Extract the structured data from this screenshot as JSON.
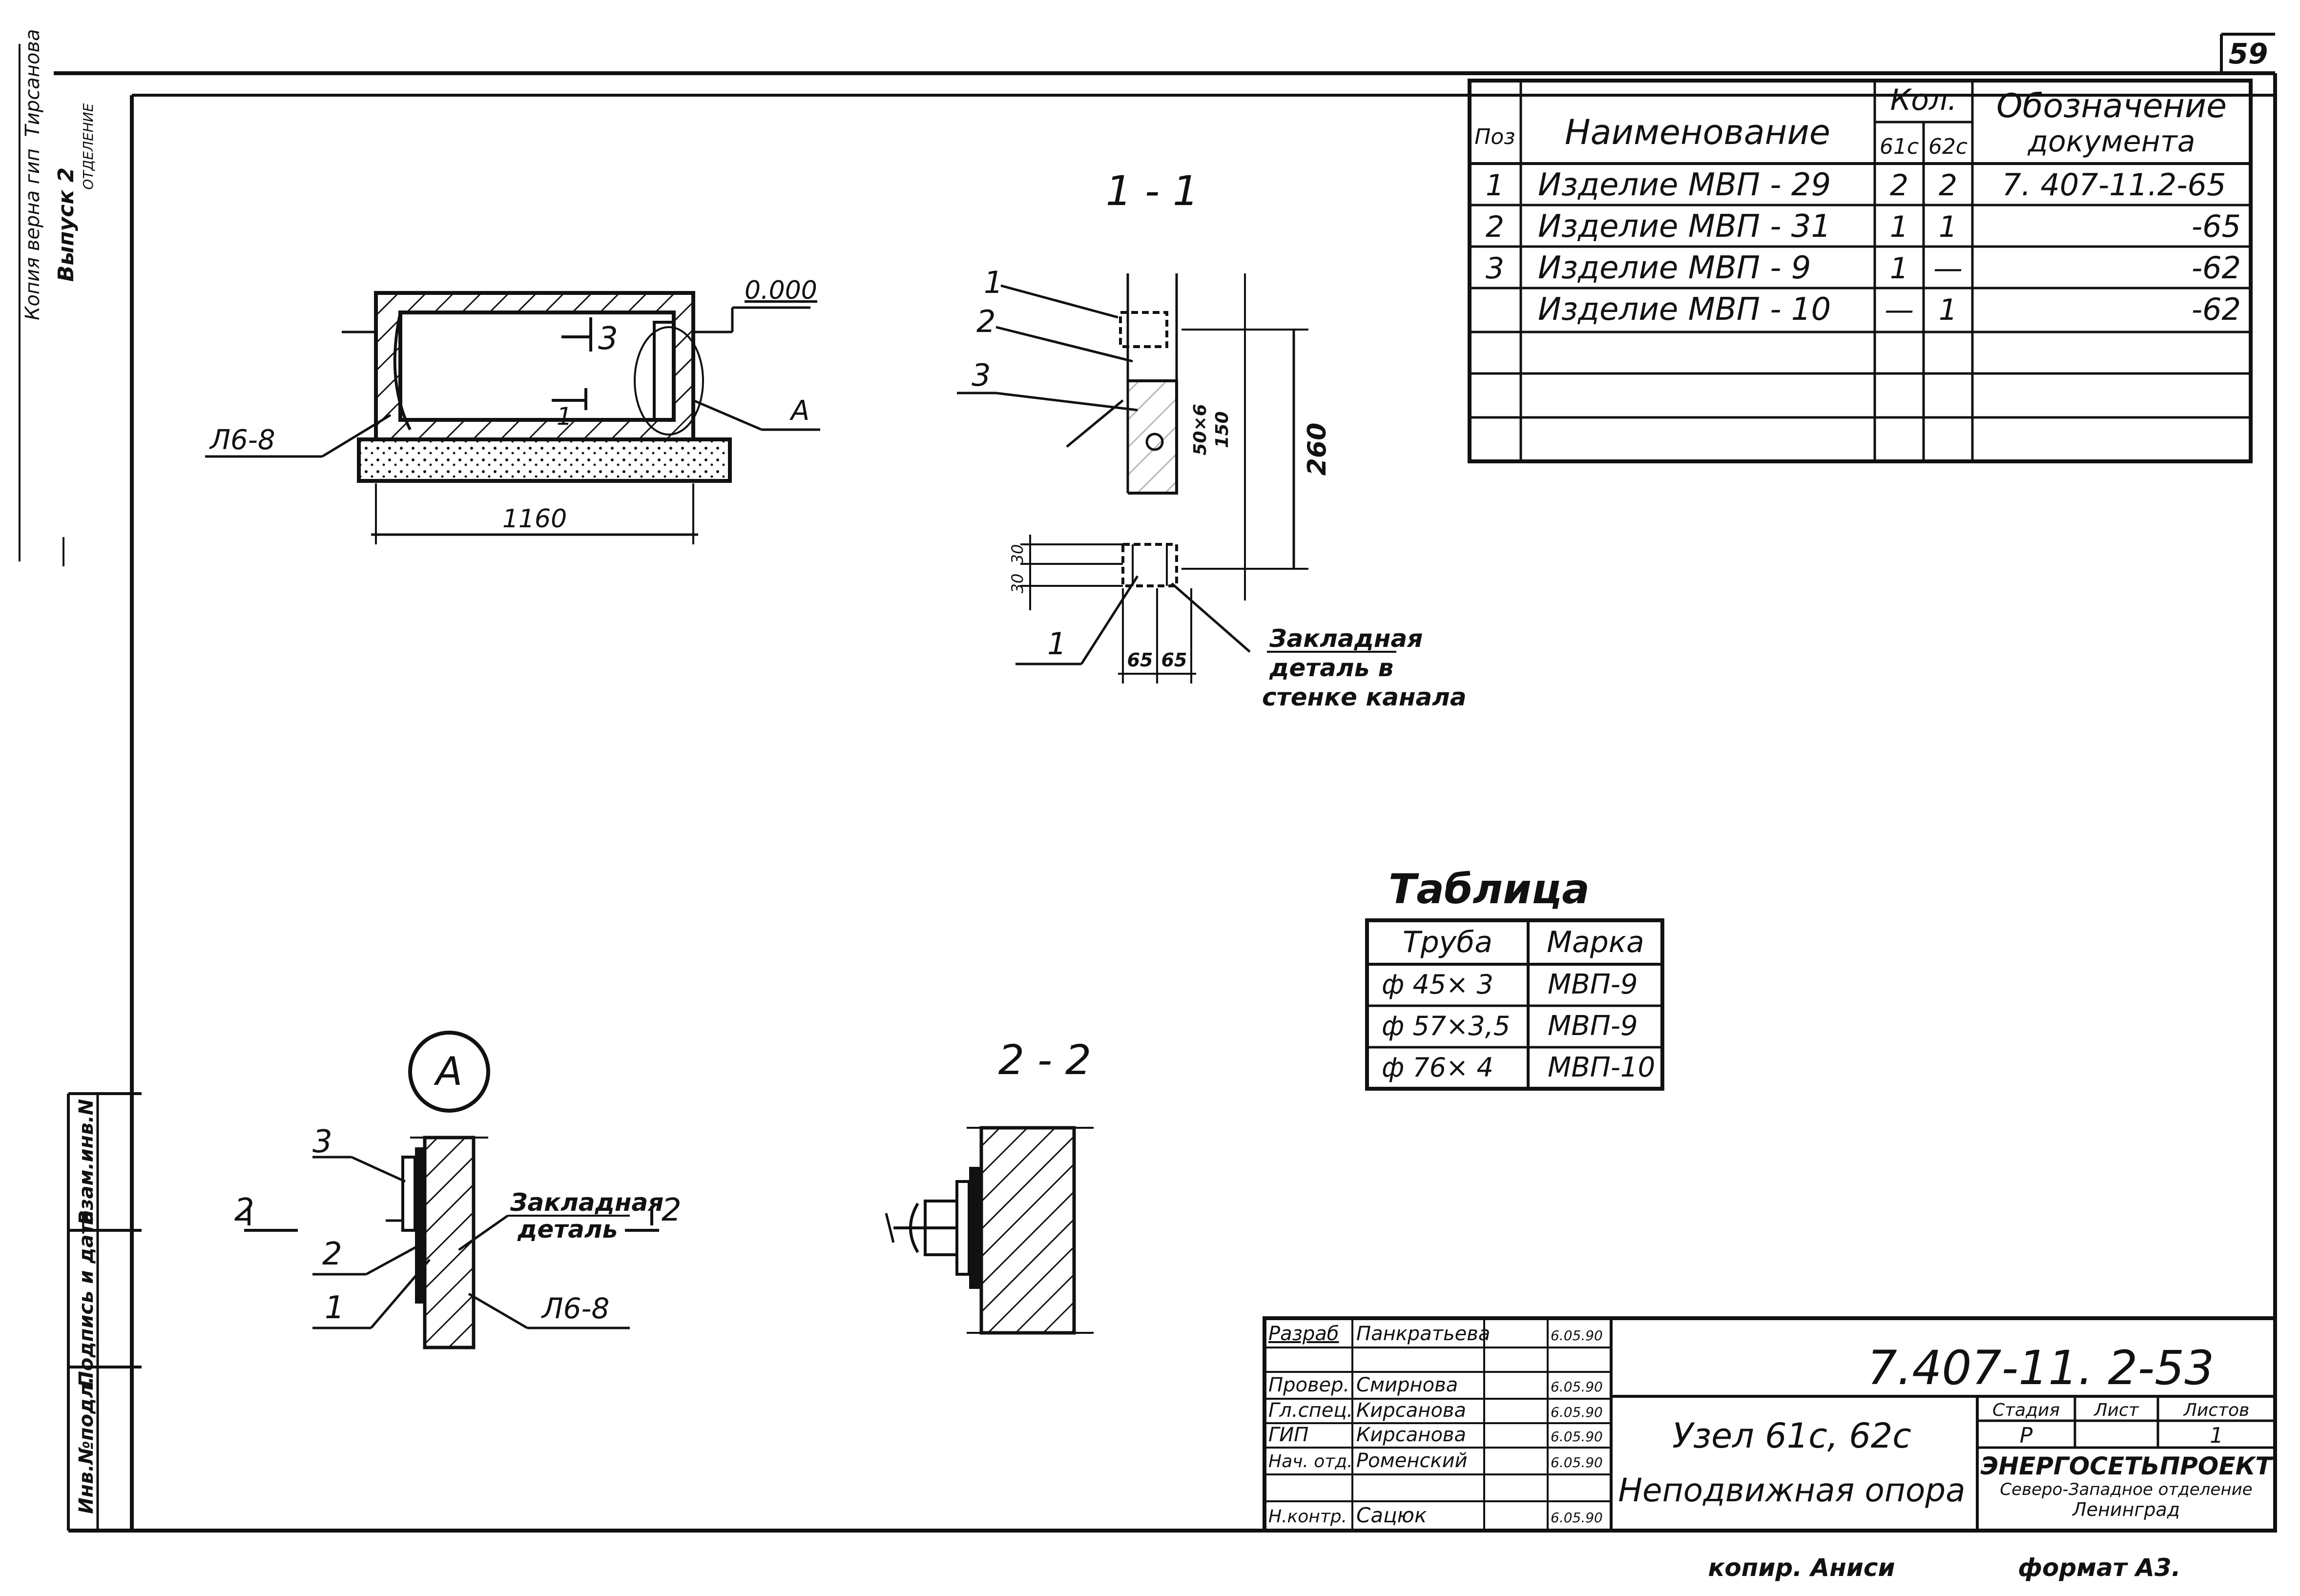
{
  "sheet_number": "59",
  "side_stamp": {
    "title_lines": [
      "Копия верна гип",
      "Выпуск 2",
      "ОТДЕЛЕНИЕ"
    ],
    "signature": "Тирсанова"
  },
  "left_frame": {
    "labels": [
      "Взам.инв.N",
      "Подпись и дата",
      "Инв.№подл."
    ]
  },
  "section_1_1": {
    "title": "1 - 1",
    "callouts": [
      "1",
      "2",
      "3",
      "1"
    ],
    "dims": {
      "d260": "260",
      "d150": "150",
      "d50x6": "50×6",
      "d30a": "30",
      "d30b": "30",
      "d65a": "65",
      "d65b": "65"
    },
    "note": [
      "Закладная",
      "деталь в",
      "стенке канала"
    ]
  },
  "channel_view": {
    "level_label": "0.000",
    "wall_label": "Л6-8",
    "detail_ref": "А",
    "width_dim": "1160",
    "section_mark_3": "3",
    "section_mark_1": "1"
  },
  "detail_A": {
    "title": "А",
    "callouts": [
      "3",
      "2",
      "1"
    ],
    "section_marks": [
      "2",
      "2"
    ],
    "wall_label": "Л6-8",
    "note": [
      "Закладная",
      "деталь"
    ]
  },
  "section_2_2": {
    "title": "2 - 2"
  },
  "spec_table": {
    "headers": {
      "pos": "Поз",
      "name": "Наименование",
      "qty": "Кол.",
      "q61": "61с",
      "q62": "62с",
      "doc": "Обозначение",
      "doc2": "документа"
    },
    "rows": [
      {
        "pos": "1",
        "name": "Изделие  МВП - 29",
        "q61": "2",
        "q62": "2",
        "doc": "7. 407-11.2-65"
      },
      {
        "pos": "2",
        "name": "Изделие  МВП - 31",
        "q61": "1",
        "q62": "1",
        "doc": "-65"
      },
      {
        "pos": "3",
        "name": "Изделие  МВП - 9",
        "q61": "1",
        "q62": "—",
        "doc": "-62"
      },
      {
        "pos": "",
        "name": "Изделие  МВП - 10",
        "q61": "—",
        "q62": "1",
        "doc": "-62"
      }
    ]
  },
  "pipe_table": {
    "title": "Таблица",
    "headers": [
      "Труба",
      "Марка"
    ],
    "rows": [
      [
        "ф 45× 3",
        "МВП-9"
      ],
      [
        "ф 57×3,5",
        "МВП-9"
      ],
      [
        "ф 76× 4",
        "МВП-10"
      ]
    ]
  },
  "title_block": {
    "doc_code": "7.407-11. 2-53",
    "name_line1": "Узел  61с, 62с",
    "name_line2": "Неподвижная  опора",
    "stage_label": "Стадия",
    "sheet_label": "Лист",
    "sheets_label": "Листов",
    "stage": "Р",
    "sheets": "1",
    "org": "ЭНЕРГОСЕТЬПРОЕКТ",
    "org_branch": "Северо-Западное отделение",
    "org_city": "Ленинград",
    "roles": [
      {
        "role": "Разраб",
        "name": "Панкратьева",
        "date": "6.05.90"
      },
      {
        "role": "Провер.",
        "name": "Смирнова",
        "date": "6.05.90"
      },
      {
        "role": "Гл.спец.",
        "name": "Кирсанова",
        "date": "6.05.90"
      },
      {
        "role": "ГИП",
        "name": "Кирсанова",
        "date": "6.05.90"
      },
      {
        "role": "Нач. отд.",
        "name": "Роменский",
        "date": "6.05.90"
      },
      {
        "role": "Н.контр.",
        "name": "Сацюк",
        "date": "6.05.90"
      }
    ]
  },
  "footer": {
    "copied": "копир.  Аниси",
    "format": "формат А3."
  }
}
